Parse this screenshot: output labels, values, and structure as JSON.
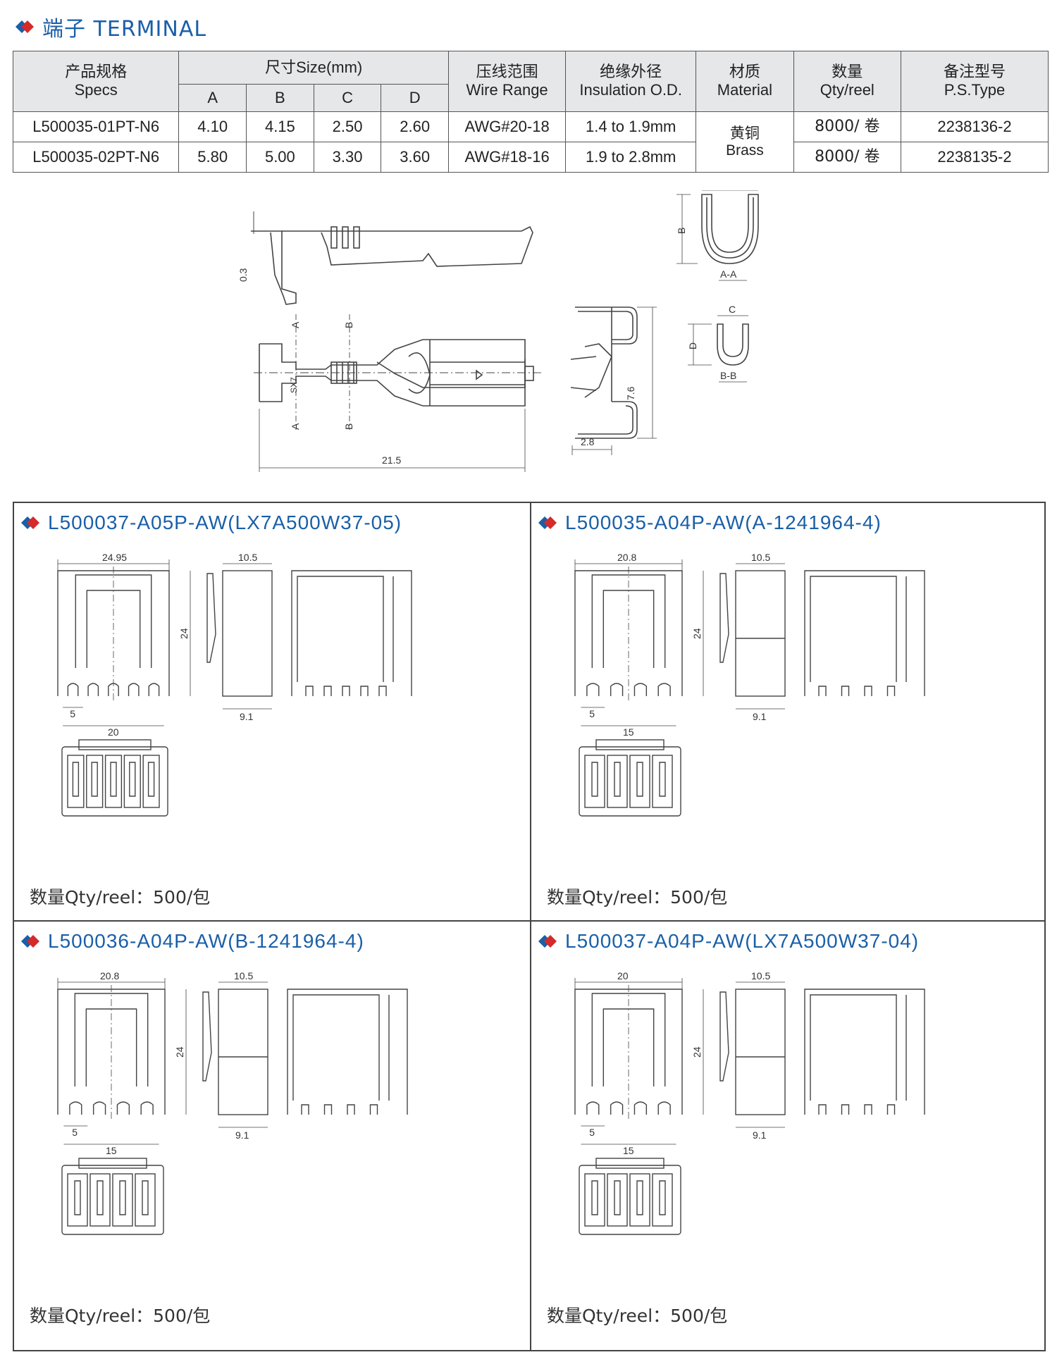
{
  "section": {
    "title": "端子 TERMINAL"
  },
  "table": {
    "headers": {
      "specs": [
        "产品规格",
        "Specs"
      ],
      "size": "尺寸Size(mm)",
      "size_cols": [
        "A",
        "B",
        "C",
        "D"
      ],
      "wire": [
        "压线范围",
        "Wire Range"
      ],
      "insulation": [
        "绝缘外径",
        "Insulation O.D."
      ],
      "material": [
        "材质",
        "Material"
      ],
      "qty": [
        "数量",
        "Qty/reel"
      ],
      "type": [
        "备注型号",
        "P.S.Type"
      ]
    },
    "rows": [
      {
        "spec": "L500035-01PT-N6",
        "a": "4.10",
        "b": "4.15",
        "c": "2.50",
        "d": "2.60",
        "wire": "AWG#20-18",
        "ins": "1.4 to 1.9mm",
        "qty": "8000/ 卷",
        "type": "2238136-2"
      },
      {
        "spec": "L500035-02PT-N6",
        "a": "5.80",
        "b": "5.00",
        "c": "3.30",
        "d": "3.60",
        "wire": "AWG#18-16",
        "ins": "1.9 to 2.8mm",
        "qty": "8000/ 卷",
        "type": "2238135-2"
      }
    ],
    "material": [
      "黄铜",
      "Brass"
    ]
  },
  "terminal_drawing": {
    "dim_0_3": "0.3",
    "dim_21_5": "21.5",
    "dim_7_6": "7.6",
    "dim_2_8": "2.8",
    "a": "A",
    "b": "B",
    "c": "C",
    "d": "D",
    "aa": "A-A",
    "bb": "B-B",
    "center": "SX7"
  },
  "housings": [
    {
      "title": "L500037-A05P-AW(LX7A500W37-05)",
      "w": "24.95",
      "depth": "10.5",
      "h": "24",
      "pitch": "5",
      "span": "20",
      "d2": "9.1",
      "qty": "数量Qty/reel：500/包"
    },
    {
      "title": "L500035-A04P-AW(A-1241964-4)",
      "w": "20.8",
      "depth": "10.5",
      "h": "24",
      "pitch": "5",
      "span": "15",
      "d2": "9.1",
      "qty": "数量Qty/reel：500/包"
    },
    {
      "title": "L500036-A04P-AW(B-1241964-4)",
      "w": "20.8",
      "depth": "10.5",
      "h": "24",
      "pitch": "5",
      "span": "15",
      "d2": "9.1",
      "qty": "数量Qty/reel：500/包"
    },
    {
      "title": "L500037-A04P-AW(LX7A500W37-04)",
      "w": "20",
      "depth": "10.5",
      "h": "24",
      "pitch": "5",
      "span": "15",
      "d2": "9.1",
      "qty": "数量Qty/reel：500/包"
    }
  ],
  "colors": {
    "accent_blue": "#1a5fa8",
    "accent_red": "#d42a2a",
    "header_bg": "#e6e7e8"
  }
}
